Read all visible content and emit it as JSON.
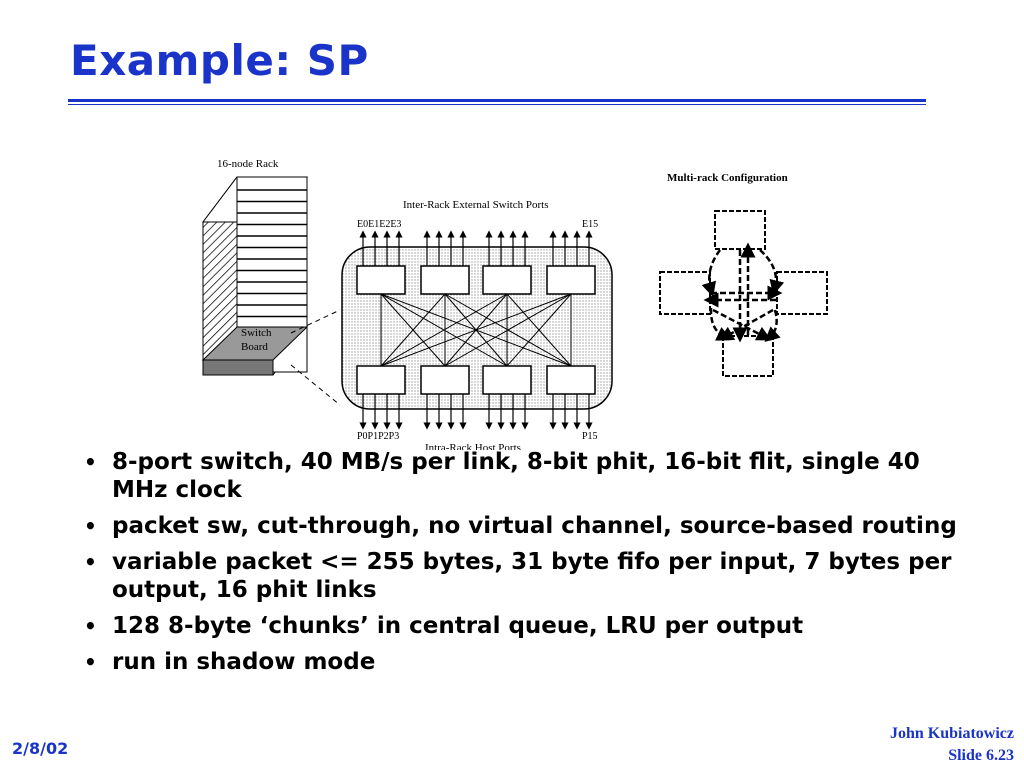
{
  "slide": {
    "title": "Example: SP"
  },
  "figure": {
    "rack_label": "16-node Rack",
    "switch_board_label_line1": "Switch",
    "switch_board_label_line2": "Board",
    "external_ports_label": "Inter-Rack External Switch Ports",
    "host_ports_label": "Intra-Rack Host Ports",
    "e_ports_prefix": "E0E1E2E3",
    "e_port_last": "E15",
    "p_ports_prefix": "P0P1P2P3",
    "p_port_last": "P15",
    "multirack_title": "Multi-rack Configuration"
  },
  "bullets": [
    "8-port switch, 40 MB/s per link, 8-bit phit, 16-bit flit, single 40 MHz clock",
    "packet sw, cut-through, no virtual channel, source-based routing",
    "variable packet <= 255 bytes, 31 byte fifo per input, 7 bytes per output, 16 phit links",
    "128 8-byte ‘chunks’ in central queue, LRU per output",
    "run in shadow mode"
  ],
  "footer": {
    "date": "2/8/02",
    "author": "John Kubiatowicz",
    "slide_number": "Slide 6.23"
  },
  "colors": {
    "accent": "#1a33c8",
    "text": "#000000"
  }
}
